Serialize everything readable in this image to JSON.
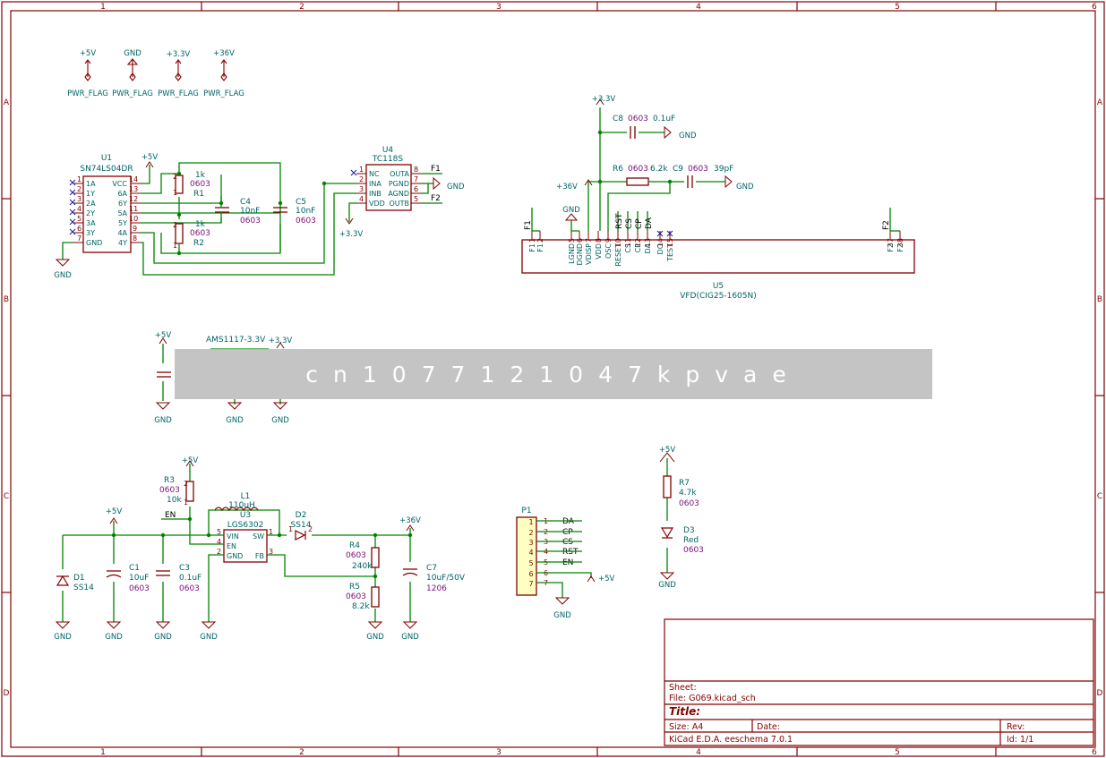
{
  "border": {
    "columns": [
      "1",
      "2",
      "3",
      "4",
      "5",
      "6"
    ],
    "rows": [
      "A",
      "B",
      "C",
      "D"
    ]
  },
  "power_flags": [
    {
      "net": "+5V",
      "label": "PWR_FLAG"
    },
    {
      "net": "GND",
      "label": "PWR_FLAG"
    },
    {
      "net": "+3.3V",
      "label": "PWR_FLAG"
    },
    {
      "net": "+36V",
      "label": "PWR_FLAG"
    }
  ],
  "u1": {
    "ref": "U1",
    "value": "SN74LS04DR",
    "left_pins": [
      {
        "n": "1",
        "name": "1A"
      },
      {
        "n": "2",
        "name": "1Y"
      },
      {
        "n": "3",
        "name": "2A"
      },
      {
        "n": "4",
        "name": "2Y"
      },
      {
        "n": "5",
        "name": "3A"
      },
      {
        "n": "6",
        "name": "3Y"
      },
      {
        "n": "7",
        "name": "GND"
      }
    ],
    "right_pins": [
      {
        "n": "14",
        "name": "VCC"
      },
      {
        "n": "13",
        "name": "6A"
      },
      {
        "n": "12",
        "name": "6Y"
      },
      {
        "n": "11",
        "name": "5A"
      },
      {
        "n": "10",
        "name": "5Y"
      },
      {
        "n": "9",
        "name": "4A"
      },
      {
        "n": "8",
        "name": "4Y"
      }
    ]
  },
  "u4": {
    "ref": "U4",
    "value": "TC118S",
    "left_pins": [
      {
        "n": "1",
        "name": "NC"
      },
      {
        "n": "2",
        "name": "INA"
      },
      {
        "n": "3",
        "name": "INB"
      },
      {
        "n": "4",
        "name": "VDD"
      }
    ],
    "right_pins": [
      {
        "n": "8",
        "name": "OUTA"
      },
      {
        "n": "7",
        "name": "PGND"
      },
      {
        "n": "6",
        "name": "AGND"
      },
      {
        "n": "5",
        "name": "OUTB"
      }
    ]
  },
  "u5": {
    "ref": "U5",
    "value": "VFD(CIG25-1605N)",
    "pins": [
      {
        "n": "1",
        "name": "F1"
      },
      {
        "n": "2",
        "name": "F1"
      },
      {
        "n": "5",
        "name": "LGND"
      },
      {
        "n": "6",
        "name": "DGND"
      },
      {
        "n": "7",
        "name": "VDISP"
      },
      {
        "n": "8",
        "name": "VDD"
      },
      {
        "n": "9",
        "name": "OSC"
      },
      {
        "n": "10",
        "name": "RESET"
      },
      {
        "n": "11",
        "name": "CS"
      },
      {
        "n": "12",
        "name": "CP"
      },
      {
        "n": "13",
        "name": "DA"
      },
      {
        "n": "14",
        "name": "DO"
      },
      {
        "n": "15",
        "name": "TEST"
      },
      {
        "n": "37",
        "name": "F2"
      },
      {
        "n": "38",
        "name": "F2"
      }
    ],
    "net_labels": [
      "RST",
      "CS",
      "CP",
      "DA"
    ]
  },
  "u2": {
    "value": "AMS1117-3.3V"
  },
  "u3": {
    "ref": "U3",
    "value": "LGS6302",
    "pins": [
      "VIN",
      "EN",
      "GND",
      "SW",
      "FB"
    ]
  },
  "parts": {
    "r1": {
      "ref": "R1",
      "value": "1k",
      "fp": "0603"
    },
    "r2": {
      "ref": "R2",
      "value": "1k",
      "fp": "0603"
    },
    "c4": {
      "ref": "C4",
      "value": "10nF",
      "fp": "0603"
    },
    "c5": {
      "ref": "C5",
      "value": "10nF",
      "fp": "0603"
    },
    "c8": {
      "ref": "C8",
      "value": "0.1uF",
      "fp": "0603"
    },
    "r6": {
      "ref": "R6",
      "value": "6.2k",
      "fp": "0603"
    },
    "c9": {
      "ref": "C9",
      "value": "39pF",
      "fp": "0603"
    },
    "r3": {
      "ref": "R3",
      "value": "10k",
      "fp": "0603"
    },
    "l1": {
      "ref": "L1",
      "value": "110uH"
    },
    "d2": {
      "ref": "D2",
      "value": "SS14"
    },
    "d1": {
      "ref": "D1",
      "value": "SS14"
    },
    "c1": {
      "ref": "C1",
      "value": "10uF",
      "fp": "0603"
    },
    "c3": {
      "ref": "C3",
      "value": "0.1uF",
      "fp": "0603"
    },
    "r4": {
      "ref": "R4",
      "value": "240k",
      "fp": "0603"
    },
    "r5": {
      "ref": "R5",
      "value": "8.2k",
      "fp": "0603"
    },
    "c7": {
      "ref": "C7",
      "value": "10uF/50V",
      "fp": "1206"
    },
    "r7": {
      "ref": "R7",
      "value": "4.7k",
      "fp": "0603"
    },
    "d3": {
      "ref": "D3",
      "value": "Red",
      "fp": "0603"
    }
  },
  "p1": {
    "ref": "P1",
    "pins": [
      {
        "n": "1",
        "net": "DA"
      },
      {
        "n": "2",
        "net": "CP"
      },
      {
        "n": "3",
        "net": "CS"
      },
      {
        "n": "4",
        "net": "RST"
      },
      {
        "n": "5",
        "net": "EN"
      },
      {
        "n": "6",
        "net": "+5V"
      },
      {
        "n": "7",
        "net": "GND"
      }
    ]
  },
  "nets": {
    "f1": "F1",
    "f2": "F2",
    "en": "EN",
    "gnd": "GND",
    "p5": "+5V",
    "p33": "+3.3V",
    "p36": "+36V"
  },
  "watermark": "cn1077121047kpvae",
  "title_block": {
    "sheet": "Sheet:",
    "file": "File: G069.kicad_sch",
    "title": "Title:",
    "size": "Size: A4",
    "date": "Date:",
    "rev": "Rev:",
    "tool": "KiCad E.D.A.  eeschema 7.0.1",
    "id": "Id: 1/1"
  },
  "colors": {
    "border": "#840000",
    "wire": "#008400",
    "ref": "#006464",
    "footprint": "#7a0e7a",
    "body": "#ffffc2"
  }
}
